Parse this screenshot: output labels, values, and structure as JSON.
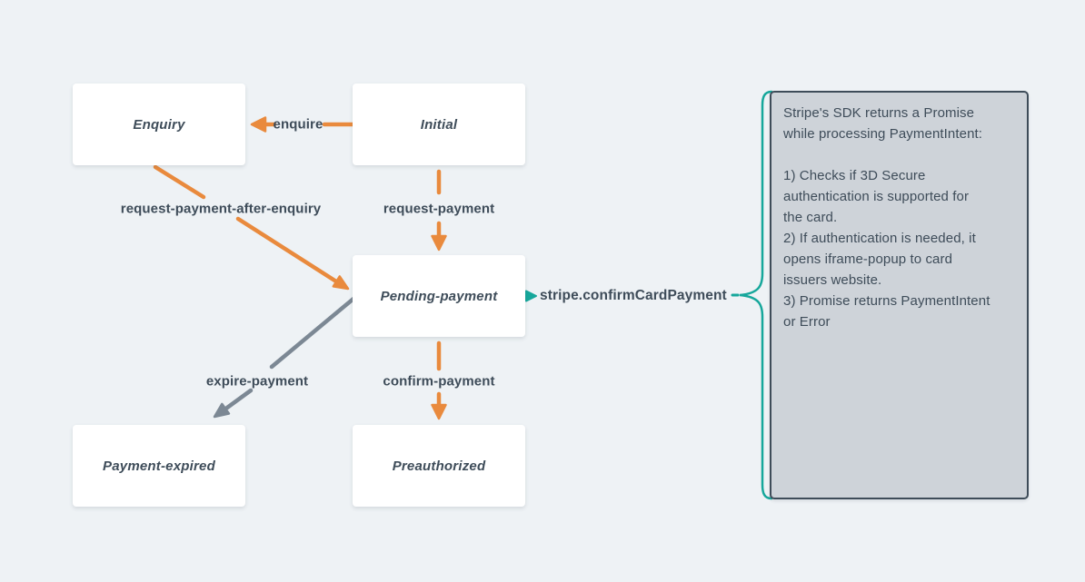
{
  "diagram": {
    "colors": {
      "background": "#eef2f5",
      "orange": "#e98a3d",
      "gray": "#7c8894",
      "teal": "#16a79b",
      "text": "#3e4c59",
      "node_fill": "#ffffff",
      "note_fill": "#ced3d9",
      "note_border": "#3e4c59"
    },
    "nodes": [
      {
        "id": "enquiry",
        "label": "Enquiry"
      },
      {
        "id": "initial",
        "label": "Initial"
      },
      {
        "id": "pending-payment",
        "label": "Pending-payment"
      },
      {
        "id": "payment-expired",
        "label": "Payment-expired"
      },
      {
        "id": "preauthorized",
        "label": "Preauthorized"
      }
    ],
    "edges": [
      {
        "label": "enquire",
        "from": "Initial",
        "to": "Enquiry",
        "color": "orange"
      },
      {
        "label": "request-payment",
        "from": "Initial",
        "to": "Pending-payment",
        "color": "orange"
      },
      {
        "label": "request-payment-after-enquiry",
        "from": "Enquiry",
        "to": "Pending-payment",
        "color": "orange"
      },
      {
        "label": "expire-payment",
        "from": "Pending-payment",
        "to": "Payment-expired",
        "color": "gray"
      },
      {
        "label": "confirm-payment",
        "from": "Pending-payment",
        "to": "Preauthorized",
        "color": "orange"
      }
    ],
    "callout": {
      "label": "stripe.confirmCardPayment",
      "color": "teal"
    },
    "note": {
      "text": "Stripe's SDK returns a Promise\nwhile processing PaymentIntent:\n\n1) Checks if 3D Secure\nauthentication is supported for\nthe card.\n2) If authentication is needed, it\nopens iframe-popup to card\nissuers website.\n3) Promise returns PaymentIntent\nor Error"
    }
  }
}
